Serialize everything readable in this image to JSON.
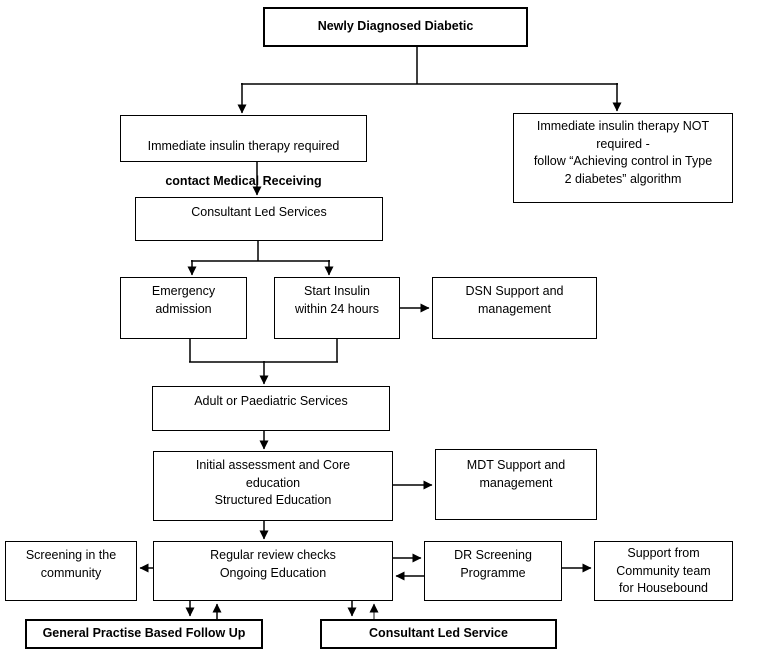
{
  "diagram": {
    "type": "flowchart",
    "colors": {
      "box_border": "#000000",
      "box_fill": "#ffffff",
      "text": "#000000",
      "arrow": "#000000",
      "arrow_muted": "#666666"
    },
    "nodes": {
      "start": {
        "label": "Newly Diagnosed  Diabetic"
      },
      "insulin_required": {
        "line1": "Immediate insulin therapy required",
        "line2": "contact Medical Receiving"
      },
      "insulin_not_required": {
        "label": "Immediate insulin therapy NOT\nrequired -\nfollow “Achieving control in Type\n2 diabetes” algorithm"
      },
      "consultant_led_services": {
        "label": "Consultant Led Services"
      },
      "emergency_admission": {
        "label": "Emergency\nadmission"
      },
      "start_insulin": {
        "label": "Start Insulin\nwithin 24 hours"
      },
      "dsn_support": {
        "label": "DSN Support and\nmanagement"
      },
      "adult_paediatric": {
        "label": "Adult or Paediatric Services"
      },
      "initial_assessment": {
        "label": "Initial assessment and Core\neducation\nStructured Education"
      },
      "mdt_support": {
        "label": "MDT Support and\nmanagement"
      },
      "screening_community": {
        "label": "Screening in the\ncommunity"
      },
      "regular_review": {
        "label": "Regular review  checks\nOngoing Education"
      },
      "dr_screening": {
        "label": "DR Screening\nProgramme"
      },
      "support_housebound": {
        "label": "Support from\nCommunity team\nfor Housebound"
      },
      "gp_follow_up": {
        "label": "General Practise  Based  Follow Up"
      },
      "consultant_led_service": {
        "label": "Consultant Led  Service"
      }
    }
  }
}
